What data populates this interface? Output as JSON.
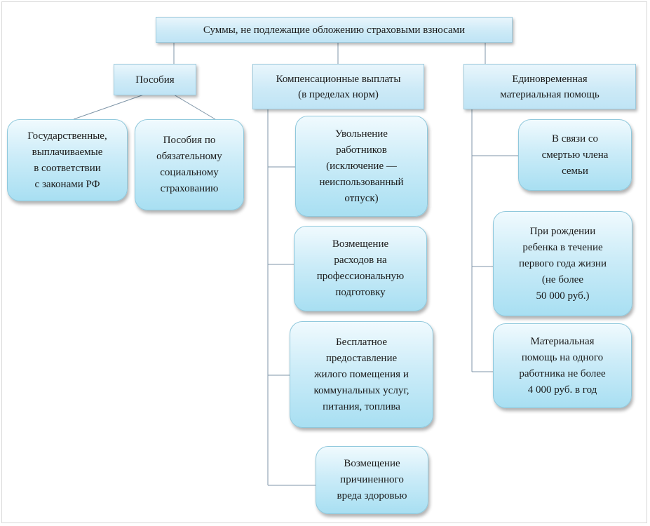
{
  "root": {
    "label": "Суммы, не подлежащие обложению страховыми взносами"
  },
  "categories": [
    {
      "label": "Пособия"
    },
    {
      "label": "Компенсационные выплаты\n(в пределах норм)"
    },
    {
      "label": "Единовременная\nматериальная помощь"
    }
  ],
  "benefits": [
    {
      "label": "Государственные,\nвыплачиваемые\nв соответствии\nс законами РФ"
    },
    {
      "label": "Пособия по\nобязательному\nсоциальному\nстрахованию"
    }
  ],
  "compensation": [
    {
      "label": "Увольнение\nработников\n(исключение —\nнеиспользованный\nотпуск)"
    },
    {
      "label": "Возмещение\nрасходов на\nпрофессиональную\nподготовку"
    },
    {
      "label": "Бесплатное\nпредоставление\nжилого помещения и\nкоммунальных услуг,\nпитания, топлива"
    },
    {
      "label": "Возмещение\nпричиненного\nвреда здоровью"
    }
  ],
  "material_aid": [
    {
      "label": "В связи со\nсмертью члена\nсемьи"
    },
    {
      "label": "При рождении\nребенка в течение\nпервого года жизни\n(не более\n50 000 руб.)"
    },
    {
      "label": "Материальная\nпомощь на одного\nработника не более\n4 000 руб. в год"
    }
  ],
  "colors": {
    "line": "#7f96a8",
    "box_top": "#e9f6fc",
    "box_bottom": "#bfe4f5",
    "border": "#9cc9dc"
  }
}
